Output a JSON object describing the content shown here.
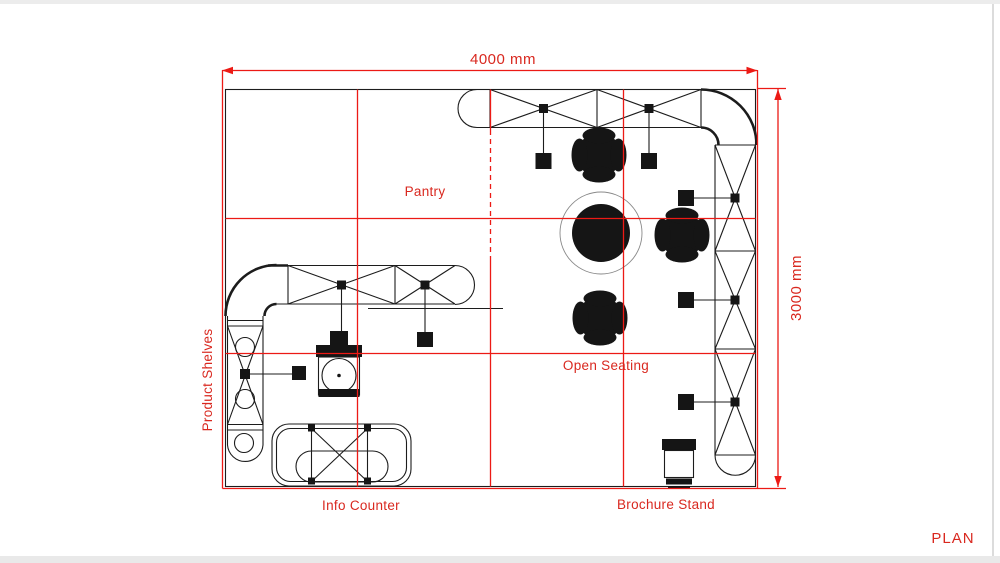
{
  "page": {
    "plan_title": "PLAN"
  },
  "dimensions": {
    "width_label": "4000 mm",
    "height_label": "3000 mm"
  },
  "zones": {
    "pantry": "Pantry",
    "open_seating": "Open Seating",
    "product_shelves": "Product Shelves",
    "info_counter": "Info Counter",
    "brochure_stand": "Brochure Stand"
  },
  "colors": {
    "annotation_red": "#ec1a15",
    "label_red": "#d9281f",
    "drawing_black": "#1c1c1c",
    "page_frame_gray": "#ececec"
  }
}
